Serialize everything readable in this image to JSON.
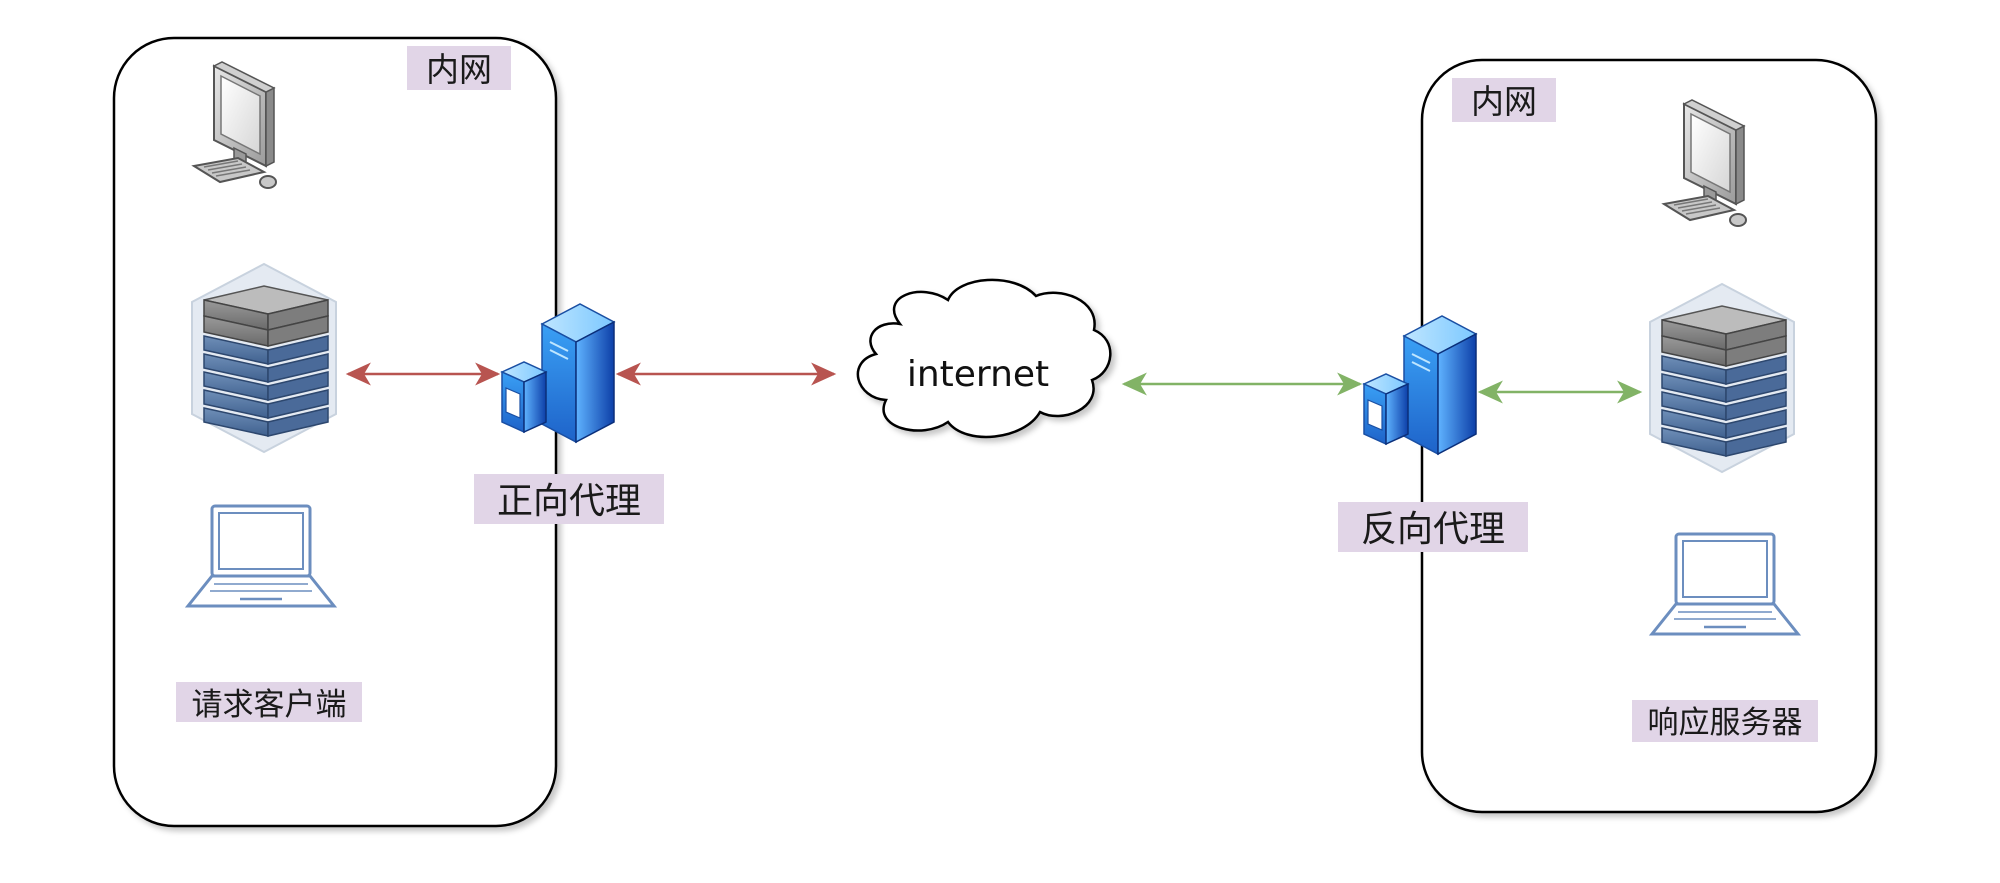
{
  "left_zone": {
    "label": "内网",
    "caption": "请求客户端"
  },
  "right_zone": {
    "label": "内网",
    "caption": "响应服务器"
  },
  "forward_proxy": {
    "label": "正向代理"
  },
  "reverse_proxy": {
    "label": "反向代理"
  },
  "internet": {
    "label": "internet"
  },
  "colors": {
    "left_arrows": "#b85450",
    "right_arrows": "#82b366",
    "label_highlight": "#e1d5e7",
    "zone_border": "#000000"
  },
  "icons": {
    "desktop": "desktop-computer-icon",
    "rack": "server-rack-icon",
    "laptop": "laptop-icon",
    "proxy": "proxy-server-icon",
    "cloud": "cloud-icon"
  }
}
